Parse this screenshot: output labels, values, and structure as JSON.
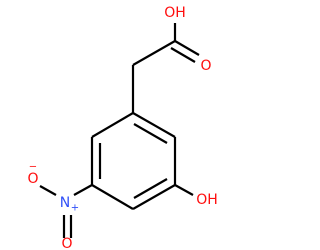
{
  "molecule": {
    "atoms": {
      "carboxyl_oh": {
        "text": "OH",
        "color": "#ff0d0d"
      },
      "carbonyl_o": {
        "text": "O",
        "color": "#ff0d0d"
      },
      "phenol_oh": {
        "text": "OH",
        "color": "#ff0d0d"
      },
      "nitro_n": {
        "text": "N",
        "color": "#3050f8",
        "charge": "+"
      },
      "nitro_o_double": {
        "text": "O",
        "color": "#ff0d0d"
      },
      "nitro_o_minus": {
        "text": "O",
        "color": "#ff0d0d",
        "charge": "−"
      }
    },
    "bond_color": "#000000"
  }
}
